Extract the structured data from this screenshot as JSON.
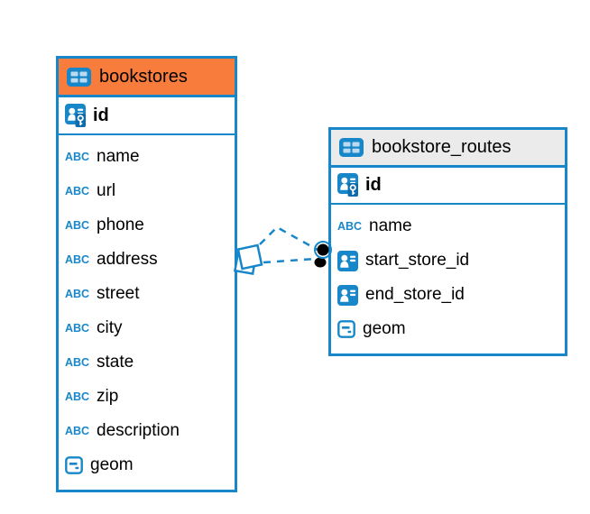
{
  "colors": {
    "accent_blue": "#1787c9",
    "bookstores_header": "#f87d3c",
    "routes_header": "#ebebeb",
    "text": "#000000",
    "endpoint_dot": "#000000"
  },
  "icons": {
    "text_label": "ABC"
  },
  "diagram": {
    "tables": [
      {
        "name": "bookstores",
        "header_style": "orange",
        "primary_key": {
          "name": "id",
          "icon": "primary-key-icon"
        },
        "columns": [
          {
            "name": "name",
            "type": "text"
          },
          {
            "name": "url",
            "type": "text"
          },
          {
            "name": "phone",
            "type": "text"
          },
          {
            "name": "address",
            "type": "text"
          },
          {
            "name": "street",
            "type": "text"
          },
          {
            "name": "city",
            "type": "text"
          },
          {
            "name": "state",
            "type": "text"
          },
          {
            "name": "zip",
            "type": "text"
          },
          {
            "name": "description",
            "type": "text"
          },
          {
            "name": "geom",
            "type": "geometry"
          }
        ]
      },
      {
        "name": "bookstore_routes",
        "header_style": "gray",
        "primary_key": {
          "name": "id",
          "icon": "primary-key-icon"
        },
        "columns": [
          {
            "name": "name",
            "type": "text"
          },
          {
            "name": "start_store_id",
            "type": "reference"
          },
          {
            "name": "end_store_id",
            "type": "reference"
          },
          {
            "name": "geom",
            "type": "geometry"
          }
        ]
      }
    ],
    "relationships": [
      {
        "from": "bookstores",
        "to": "bookstore_routes",
        "line_style": "dashed",
        "start_symbol": "stacked-squares",
        "end_symbol": "black-dot"
      },
      {
        "from": "bookstores",
        "to": "bookstore_routes",
        "line_style": "dashed",
        "start_symbol": "stacked-squares",
        "end_symbol": "black-dot"
      }
    ]
  }
}
